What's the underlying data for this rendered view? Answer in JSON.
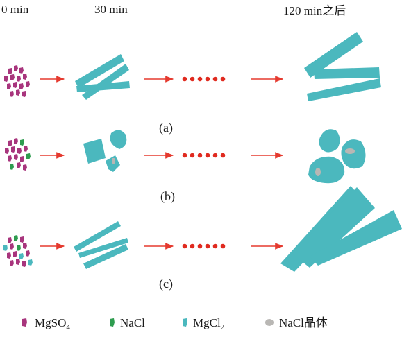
{
  "time_labels": {
    "t0": "0 min",
    "t30": "30 min",
    "t120": "120 min之后"
  },
  "panels": [
    {
      "id": "a",
      "label": "(a)"
    },
    {
      "id": "b",
      "label": "(b)"
    },
    {
      "id": "c",
      "label": "(c)"
    }
  ],
  "legend": [
    {
      "id": "mgso4",
      "label": "MgSO",
      "sub": "4",
      "color": "#a8357d"
    },
    {
      "id": "nacl",
      "label": "NaCl",
      "sub": "",
      "color": "#2e9c4f"
    },
    {
      "id": "mgcl2",
      "label": "MgCl",
      "sub": "2",
      "color": "#4bb8be"
    },
    {
      "id": "nacl-crystal",
      "label": "NaCl晶体",
      "sub": "",
      "color": "#b9b7b4"
    }
  ],
  "colors": {
    "mgso4": "#a8357d",
    "nacl": "#2e9c4f",
    "mgcl2": "#4bb8be",
    "nacl_crystal": "#b9b7b4",
    "arrow": "#e53a2f",
    "dots": "#e02a1f"
  }
}
